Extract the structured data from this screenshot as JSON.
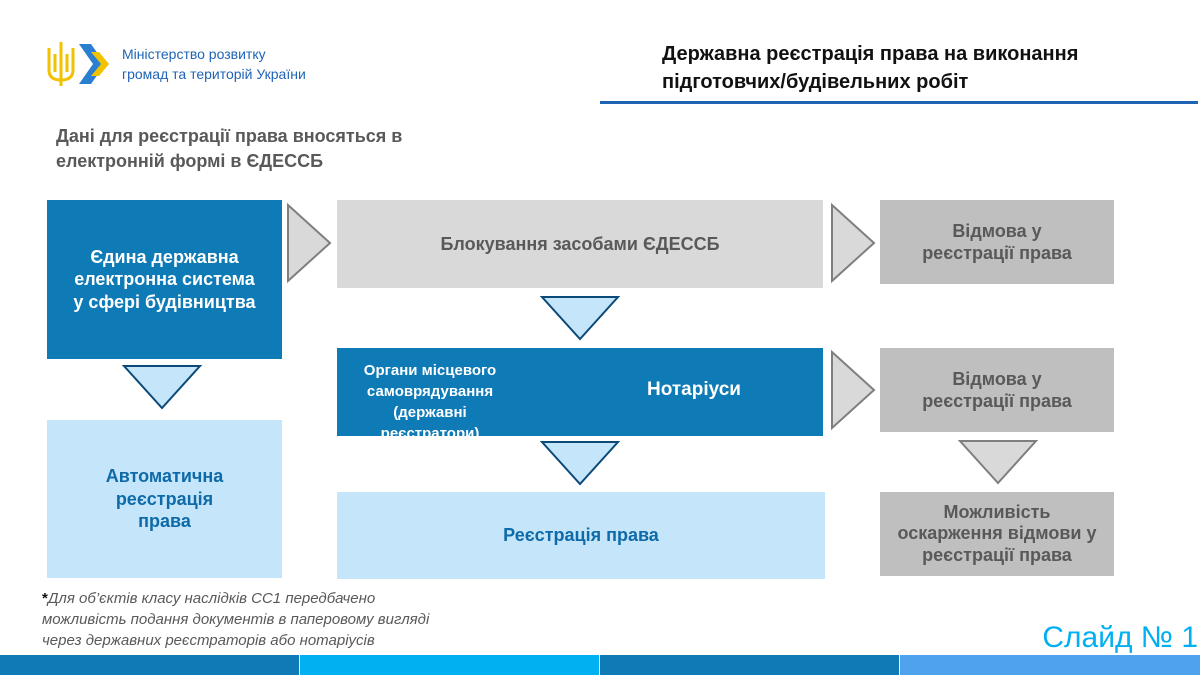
{
  "header": {
    "ministry_line1": "Міністерство розвитку",
    "ministry_line2": "громад та територій України",
    "title_line1": "Державна реєстрація права на виконання",
    "title_line2": "підготовчих/будівельних робіт"
  },
  "intro": {
    "line1": "Дані для реєстрації права вносяться в",
    "line2": "електронній формі в ЄДЕССБ"
  },
  "diagram": {
    "edessb_box": [
      "Єдина державна",
      "електронна система",
      "у сфері будівництва"
    ],
    "auto_box": [
      "Автоматична",
      "реєстрація",
      "права"
    ],
    "blocking_box": "Блокування засобами ЄДЕССБ",
    "local_bodies_box": [
      "Органи місцевого",
      "самоврядування",
      "(державні реєстратори)"
    ],
    "notaries_label": "Нотаріуси",
    "registration_box": "Реєстрація права",
    "refusal_1": [
      "Відмова у",
      "реєстрації права"
    ],
    "refusal_2": [
      "Відмова у",
      "реєстрації права"
    ],
    "appeal_box": [
      "Можливість",
      "оскарження відмови у",
      "реєстрації права"
    ]
  },
  "footnote": {
    "asterisk": "*",
    "line1": "Для об’єктів класу наслідків СС1 передбачено",
    "line2": "можливість подання документів в паперовому вигляді",
    "line3": "через державних реєстраторів або нотаріусів"
  },
  "slide_label": "Слайд № 1",
  "colors": {
    "dark_blue": "#0e7ab6",
    "light_blue": "#c5e6fa",
    "grey_light": "#d9d9d9",
    "grey_mid": "#bfbfbf",
    "accent_cyan": "#00b0f0"
  }
}
